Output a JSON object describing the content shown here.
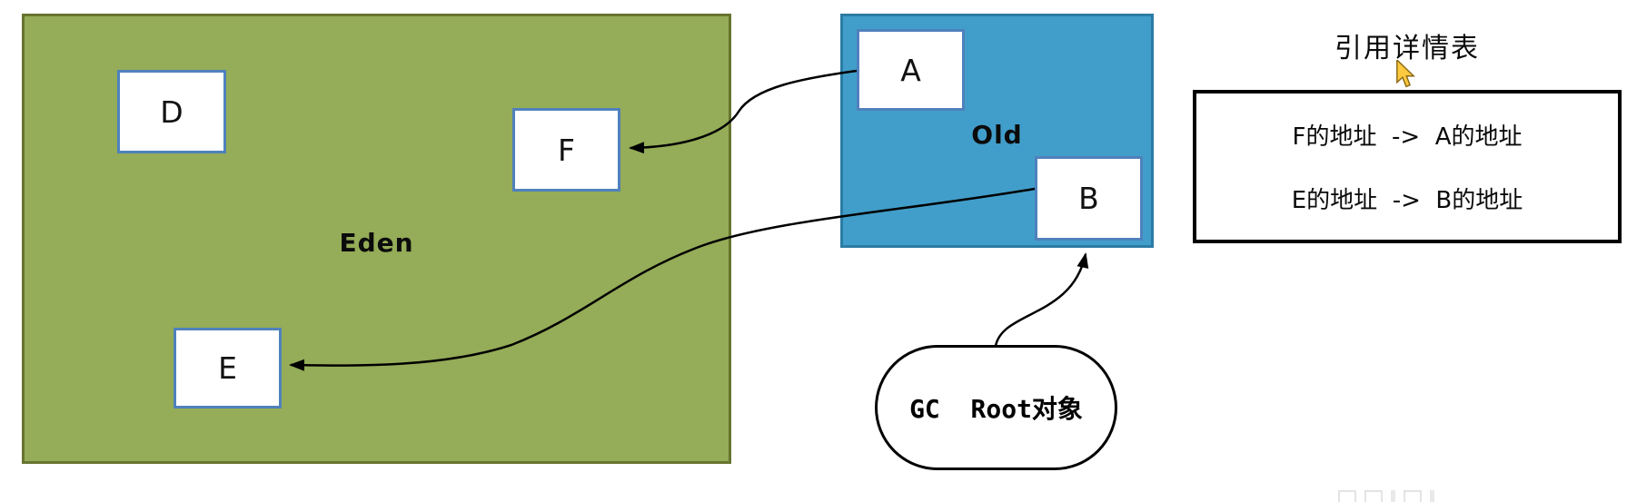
{
  "diagram": {
    "regions": {
      "eden": {
        "label": "Eden",
        "fill": "#95AC58",
        "border_color": "#67752F",
        "boxes": [
          {
            "id": "D",
            "label": "D"
          },
          {
            "id": "F",
            "label": "F"
          },
          {
            "id": "E",
            "label": "E"
          }
        ]
      },
      "old": {
        "label": "Old",
        "fill": "#419ECA",
        "border_color": "#2B7CA4",
        "boxes": [
          {
            "id": "A",
            "label": "A"
          },
          {
            "id": "B",
            "label": "B"
          }
        ]
      }
    },
    "object_box_style": {
      "fill": "#FFFFFF",
      "border_color": "#4F81BD"
    },
    "gc_root": {
      "label": "GC  Root对象"
    },
    "arrows": [
      {
        "from": "A",
        "to": "F"
      },
      {
        "from": "B",
        "to": "E"
      },
      {
        "from": "GC Root对象",
        "to": "B"
      }
    ],
    "arrow_color": "#000000"
  },
  "reference_table": {
    "title": "引用详情表",
    "rows": [
      "F的地址  ->  A的地址",
      "E的地址  ->  B的地址"
    ]
  },
  "icons": {
    "cursor": "yellow-arrow-pointer"
  }
}
